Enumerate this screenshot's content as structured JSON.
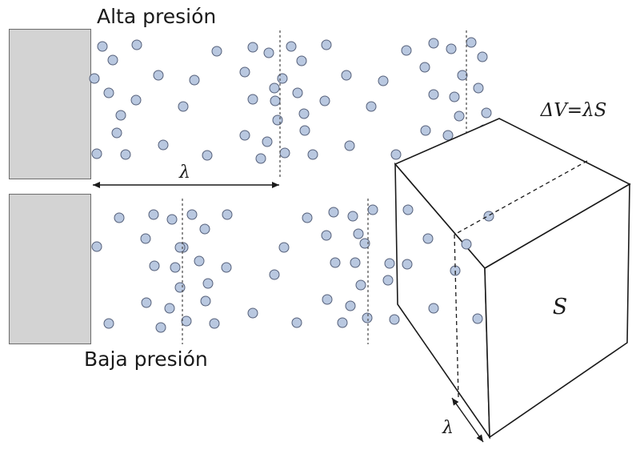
{
  "labels": {
    "high_pressure": "Alta presión",
    "low_pressure": "Baja presión",
    "wavelength_top": "λ",
    "wavelength_box": "λ",
    "volume_formula": "ΔV=λS",
    "area": "S"
  },
  "colors": {
    "particle_fill": "#b9c8e0",
    "particle_stroke": "#55607a",
    "piston_fill": "#d3d3d3",
    "line": "#1a1a1a"
  }
}
